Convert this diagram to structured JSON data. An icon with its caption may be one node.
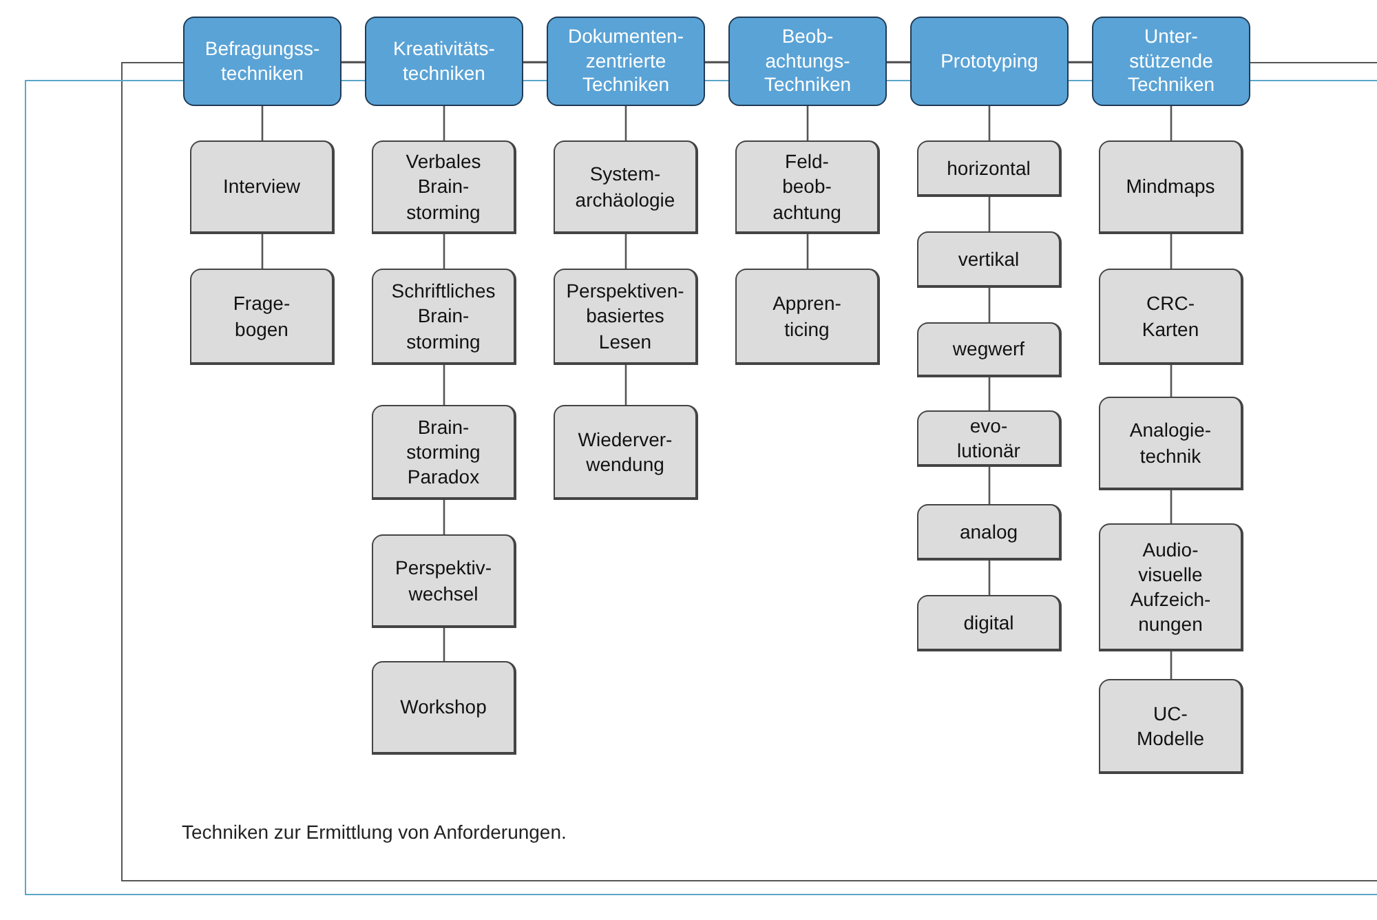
{
  "diagram": {
    "caption": "Techniken zur Ermittlung von Anforderungen.",
    "nodes": [
      {
        "text": [
          "Befragungss- techniken"
        ]
      },
      {
        "text": [
          "Kreativitäts- techniken"
        ]
      },
      {
        "text": [
          "Dokumenten- zentrierte Techniken"
        ]
      },
      {
        "text": [
          "Beob- achtungs- Techniken"
        ]
      },
      {
        "text": [
          "Prototyping"
        ]
      },
      {
        "text": [
          "Unter- stützende Techniken"
        ]
      },
      {
        "text": [
          "Interview"
        ]
      },
      {
        "text": [
          "Frage- bogen"
        ]
      },
      {
        "text": [
          "Verbales Brain- storming"
        ]
      },
      {
        "text": [
          "Schriftliches Brain- storming"
        ]
      },
      {
        "text": [
          "Brain- storming Paradox"
        ]
      },
      {
        "text": [
          "Perspektiv- wechsel"
        ]
      },
      {
        "text": [
          "Workshop"
        ]
      },
      {
        "text": [
          "System- archäologie"
        ]
      },
      {
        "text": [
          "Perspektiven- basiertes Lesen"
        ]
      },
      {
        "text": [
          "Wiederver- wendung"
        ]
      },
      {
        "text": [
          "Feld- beob- achtung"
        ]
      },
      {
        "text": [
          "Appren- ticing"
        ]
      },
      {
        "text": [
          "horizontal"
        ]
      },
      {
        "text": [
          "vertikal"
        ]
      },
      {
        "text": [
          "wegwerf"
        ]
      },
      {
        "text": [
          "evo- lutionär"
        ]
      },
      {
        "text": [
          "analog"
        ]
      },
      {
        "text": [
          "digital"
        ]
      },
      {
        "text": [
          "Mindmaps"
        ]
      },
      {
        "text": [
          "CRC- Karten"
        ]
      },
      {
        "text": [
          "Analogie- technik"
        ]
      },
      {
        "text": [
          "Audio- visuelle Aufzeich- nungen"
        ]
      },
      {
        "text": [
          "UC- Modelle"
        ]
      }
    ],
    "edges": [
      {
        "from": 0,
        "to": 1,
        "arrow": "none"
      },
      {
        "from": 1,
        "to": 2,
        "arrow": "none"
      },
      {
        "from": 2,
        "to": 3,
        "arrow": "none"
      },
      {
        "from": 3,
        "to": 4,
        "arrow": "none"
      },
      {
        "from": 4,
        "to": 5,
        "arrow": "none"
      },
      {
        "from": 0,
        "to": 6,
        "arrow": "none"
      },
      {
        "from": 6,
        "to": 7,
        "arrow": "none"
      },
      {
        "from": 1,
        "to": 8,
        "arrow": "none"
      },
      {
        "from": 8,
        "to": 9,
        "arrow": "none"
      },
      {
        "from": 9,
        "to": 10,
        "arrow": "none"
      },
      {
        "from": 10,
        "to": 11,
        "arrow": "none"
      },
      {
        "from": 11,
        "to": 12,
        "arrow": "none"
      },
      {
        "from": 2,
        "to": 13,
        "arrow": "none"
      },
      {
        "from": 13,
        "to": 14,
        "arrow": "none"
      },
      {
        "from": 14,
        "to": 15,
        "arrow": "none"
      },
      {
        "from": 3,
        "to": 16,
        "arrow": "none"
      },
      {
        "from": 16,
        "to": 17,
        "arrow": "none"
      },
      {
        "from": 4,
        "to": 18,
        "arrow": "none"
      },
      {
        "from": 18,
        "to": 19,
        "arrow": "none"
      },
      {
        "from": 19,
        "to": 20,
        "arrow": "none"
      },
      {
        "from": 20,
        "to": 21,
        "arrow": "none"
      },
      {
        "from": 21,
        "to": 22,
        "arrow": "none"
      },
      {
        "from": 22,
        "to": 23,
        "arrow": "none"
      },
      {
        "from": 5,
        "to": 24,
        "arrow": "none"
      },
      {
        "from": 24,
        "to": 25,
        "arrow": "none"
      },
      {
        "from": 25,
        "to": 26,
        "arrow": "none"
      },
      {
        "from": 26,
        "to": 27,
        "arrow": "none"
      },
      {
        "from": 27,
        "to": 28,
        "arrow": "none"
      }
    ]
  }
}
